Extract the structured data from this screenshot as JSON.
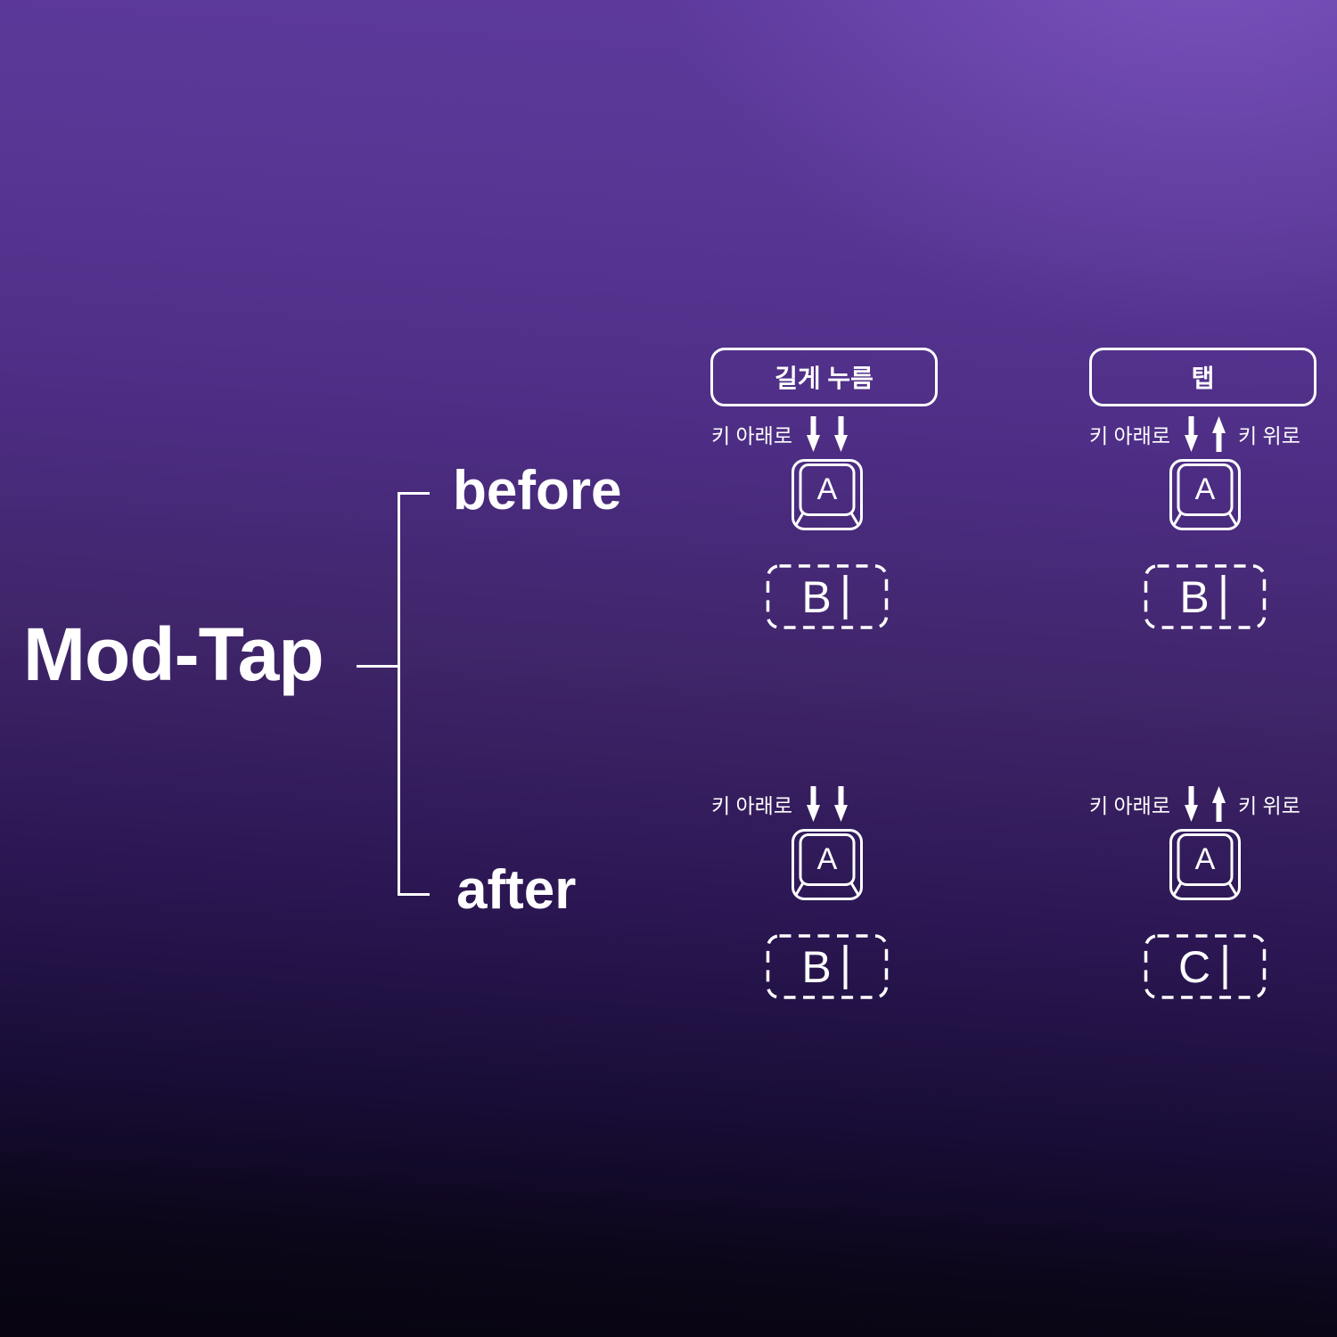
{
  "title": "Mod-Tap",
  "rows": [
    {
      "id": "before",
      "label": "before"
    },
    {
      "id": "after",
      "label": "after"
    }
  ],
  "columns": [
    {
      "id": "hold",
      "header": "길게 누름"
    },
    {
      "id": "tap",
      "header": "탭"
    }
  ],
  "labels": {
    "key_down": "키 아래로",
    "key_up": "키 위로"
  },
  "cells": [
    {
      "row": "before",
      "column": "hold",
      "keycap": "A",
      "result": "B",
      "arrows": [
        "down",
        "down"
      ]
    },
    {
      "row": "before",
      "column": "tap",
      "keycap": "A",
      "result": "B",
      "arrows": [
        "down",
        "up"
      ]
    },
    {
      "row": "after",
      "column": "hold",
      "keycap": "A",
      "result": "B",
      "arrows": [
        "down",
        "down"
      ]
    },
    {
      "row": "after",
      "column": "tap",
      "keycap": "A",
      "result": "C",
      "arrows": [
        "down",
        "up"
      ]
    }
  ],
  "colors": {
    "foreground": "#ffffff",
    "bg_top_left": "#5d3a9d",
    "bg_top_right": "#7b50ba",
    "bg_mid": "#3f2569",
    "bg_bottom": "#070410"
  }
}
